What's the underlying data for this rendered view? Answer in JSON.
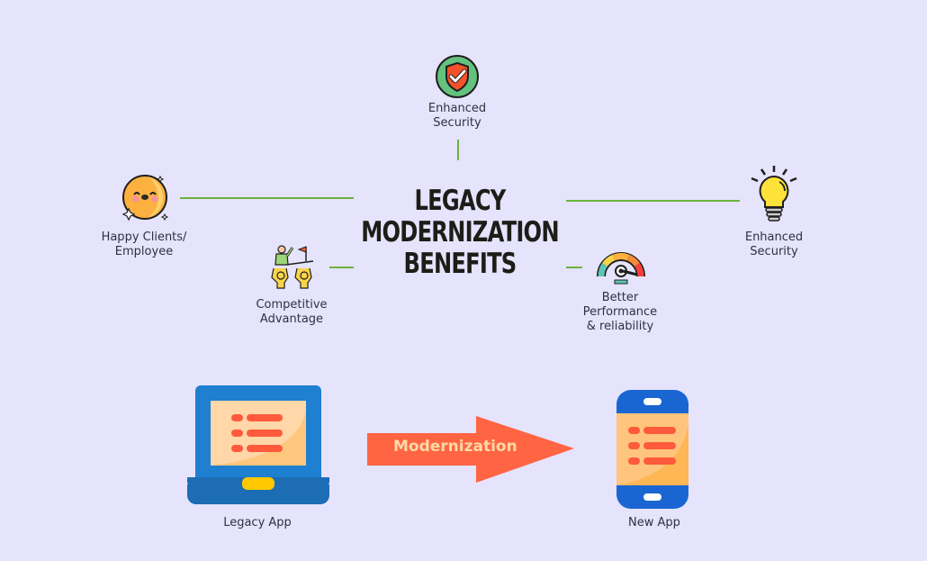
{
  "title": {
    "line1": "LEGACY",
    "line2": "MODERNIZATION",
    "line3": "BENEFITS"
  },
  "benefits": [
    {
      "id": "top",
      "icon": "shield-check-icon",
      "line1": "Enhanced",
      "line2": "Security"
    },
    {
      "id": "left",
      "icon": "happy-face-icon",
      "line1": "Happy Clients/",
      "line2": "Employee"
    },
    {
      "id": "left-low",
      "icon": "team-flag-icon",
      "line1": "Competitive",
      "line2": "Advantage"
    },
    {
      "id": "right-low",
      "icon": "speedometer-icon",
      "line1": "Better",
      "line2": "Performance",
      "line3": "& reliability"
    },
    {
      "id": "right",
      "icon": "lightbulb-icon",
      "line1": "Enhanced",
      "line2": "Security"
    }
  ],
  "flow": {
    "from_label": "Legacy App",
    "arrow_label": "Modernization",
    "to_label": "New App"
  },
  "colors": {
    "background": "#e6e3fd",
    "connector": "#6ab33d",
    "arrow": "#ff6543",
    "arrow_text": "#ffd9a6",
    "device_blue": "#1f7fd0",
    "screen": "#ffd7a8"
  }
}
